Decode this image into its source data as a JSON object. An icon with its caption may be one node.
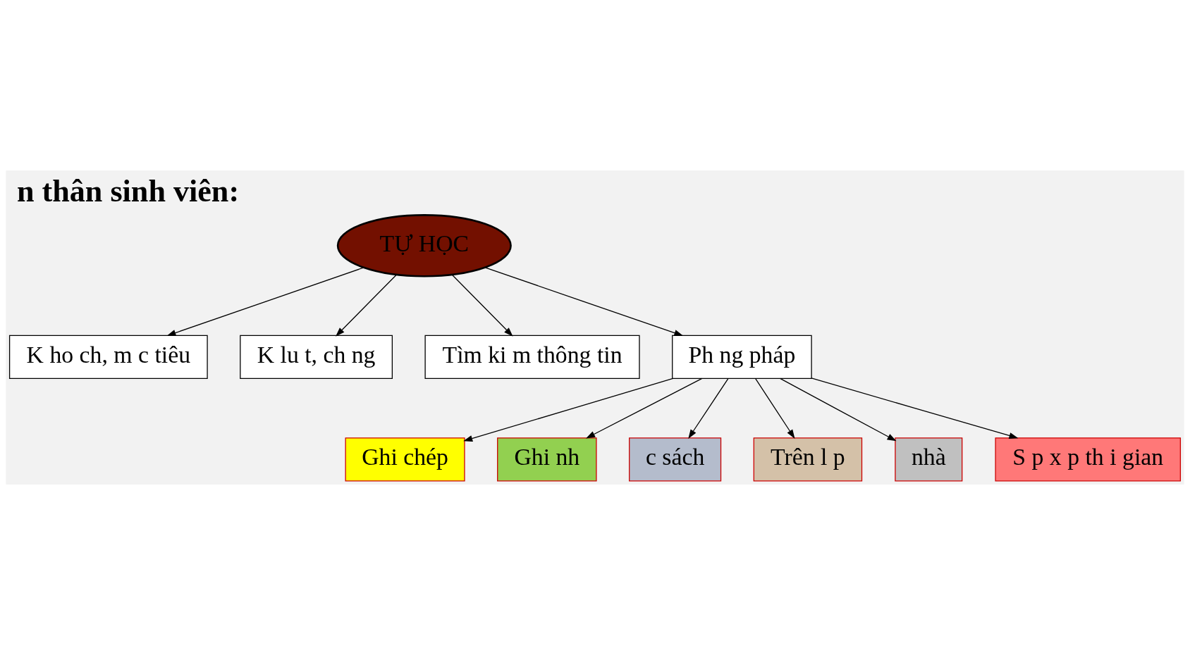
{
  "diagram": {
    "title": "n thân sinh viên:",
    "nodes": [
      {
        "text": [
          "TỰ HỌC"
        ]
      },
      {
        "text": [
          "K ho ch, m c tiêu"
        ]
      },
      {
        "text": [
          "K lu t, ch ng"
        ]
      },
      {
        "text": [
          "Tìm ki m thông tin"
        ]
      },
      {
        "text": [
          "Ph ng pháp"
        ]
      },
      {
        "text": [
          "Ghi chép"
        ]
      },
      {
        "text": [
          "Ghi nh"
        ]
      },
      {
        "text": [
          "c sách"
        ]
      },
      {
        "text": [
          "Trên l p"
        ]
      },
      {
        "text": [
          "nhà"
        ]
      },
      {
        "text": [
          "S p x p th i gian"
        ]
      }
    ],
    "edges": [
      {
        "from": 0,
        "to": 1,
        "arrow": "to"
      },
      {
        "from": 0,
        "to": 2,
        "arrow": "to"
      },
      {
        "from": 0,
        "to": 3,
        "arrow": "to"
      },
      {
        "from": 0,
        "to": 4,
        "arrow": "to"
      },
      {
        "from": 4,
        "to": 5,
        "arrow": "to"
      },
      {
        "from": 4,
        "to": 6,
        "arrow": "to"
      },
      {
        "from": 4,
        "to": 7,
        "arrow": "to"
      },
      {
        "from": 4,
        "to": 8,
        "arrow": "to"
      },
      {
        "from": 4,
        "to": 9,
        "arrow": "to"
      },
      {
        "from": 4,
        "to": 10,
        "arrow": "to"
      }
    ]
  }
}
